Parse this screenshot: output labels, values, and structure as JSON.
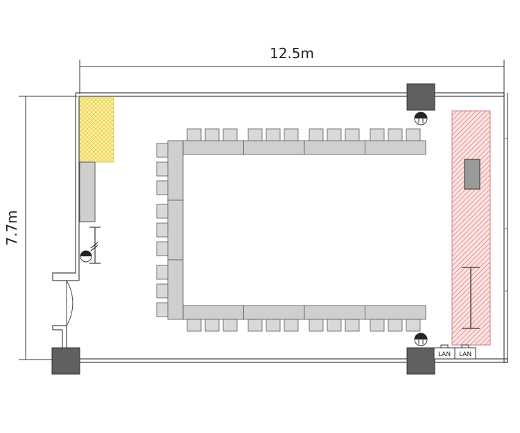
{
  "dimensions": {
    "width_label": "12.5m",
    "height_label": "7.7m"
  },
  "lan_ports": [
    "LAN",
    "LAN"
  ],
  "colors": {
    "wall": "#444444",
    "pillar": "#606060",
    "table": "#cfcfcf",
    "chair": "#d9d9d9",
    "outline": "#555555",
    "dimension_line": "#333333",
    "yellow_area": "#fdf5a6",
    "yellow_hatch": "#e8c84a",
    "red_area": "#fbe3e3",
    "red_hatch": "#e38a8a",
    "lan_box": "#ffffff"
  },
  "layout": {
    "type": "u-shape-seating",
    "top_chair_groups": 4,
    "bottom_chair_groups": 4,
    "left_chair_groups": 3,
    "chairs_per_group": 3
  },
  "icons": [
    "door-swing-icon",
    "outlet-icon",
    "whiteboard-icon",
    "projector-icon",
    "lan-port-icon"
  ]
}
